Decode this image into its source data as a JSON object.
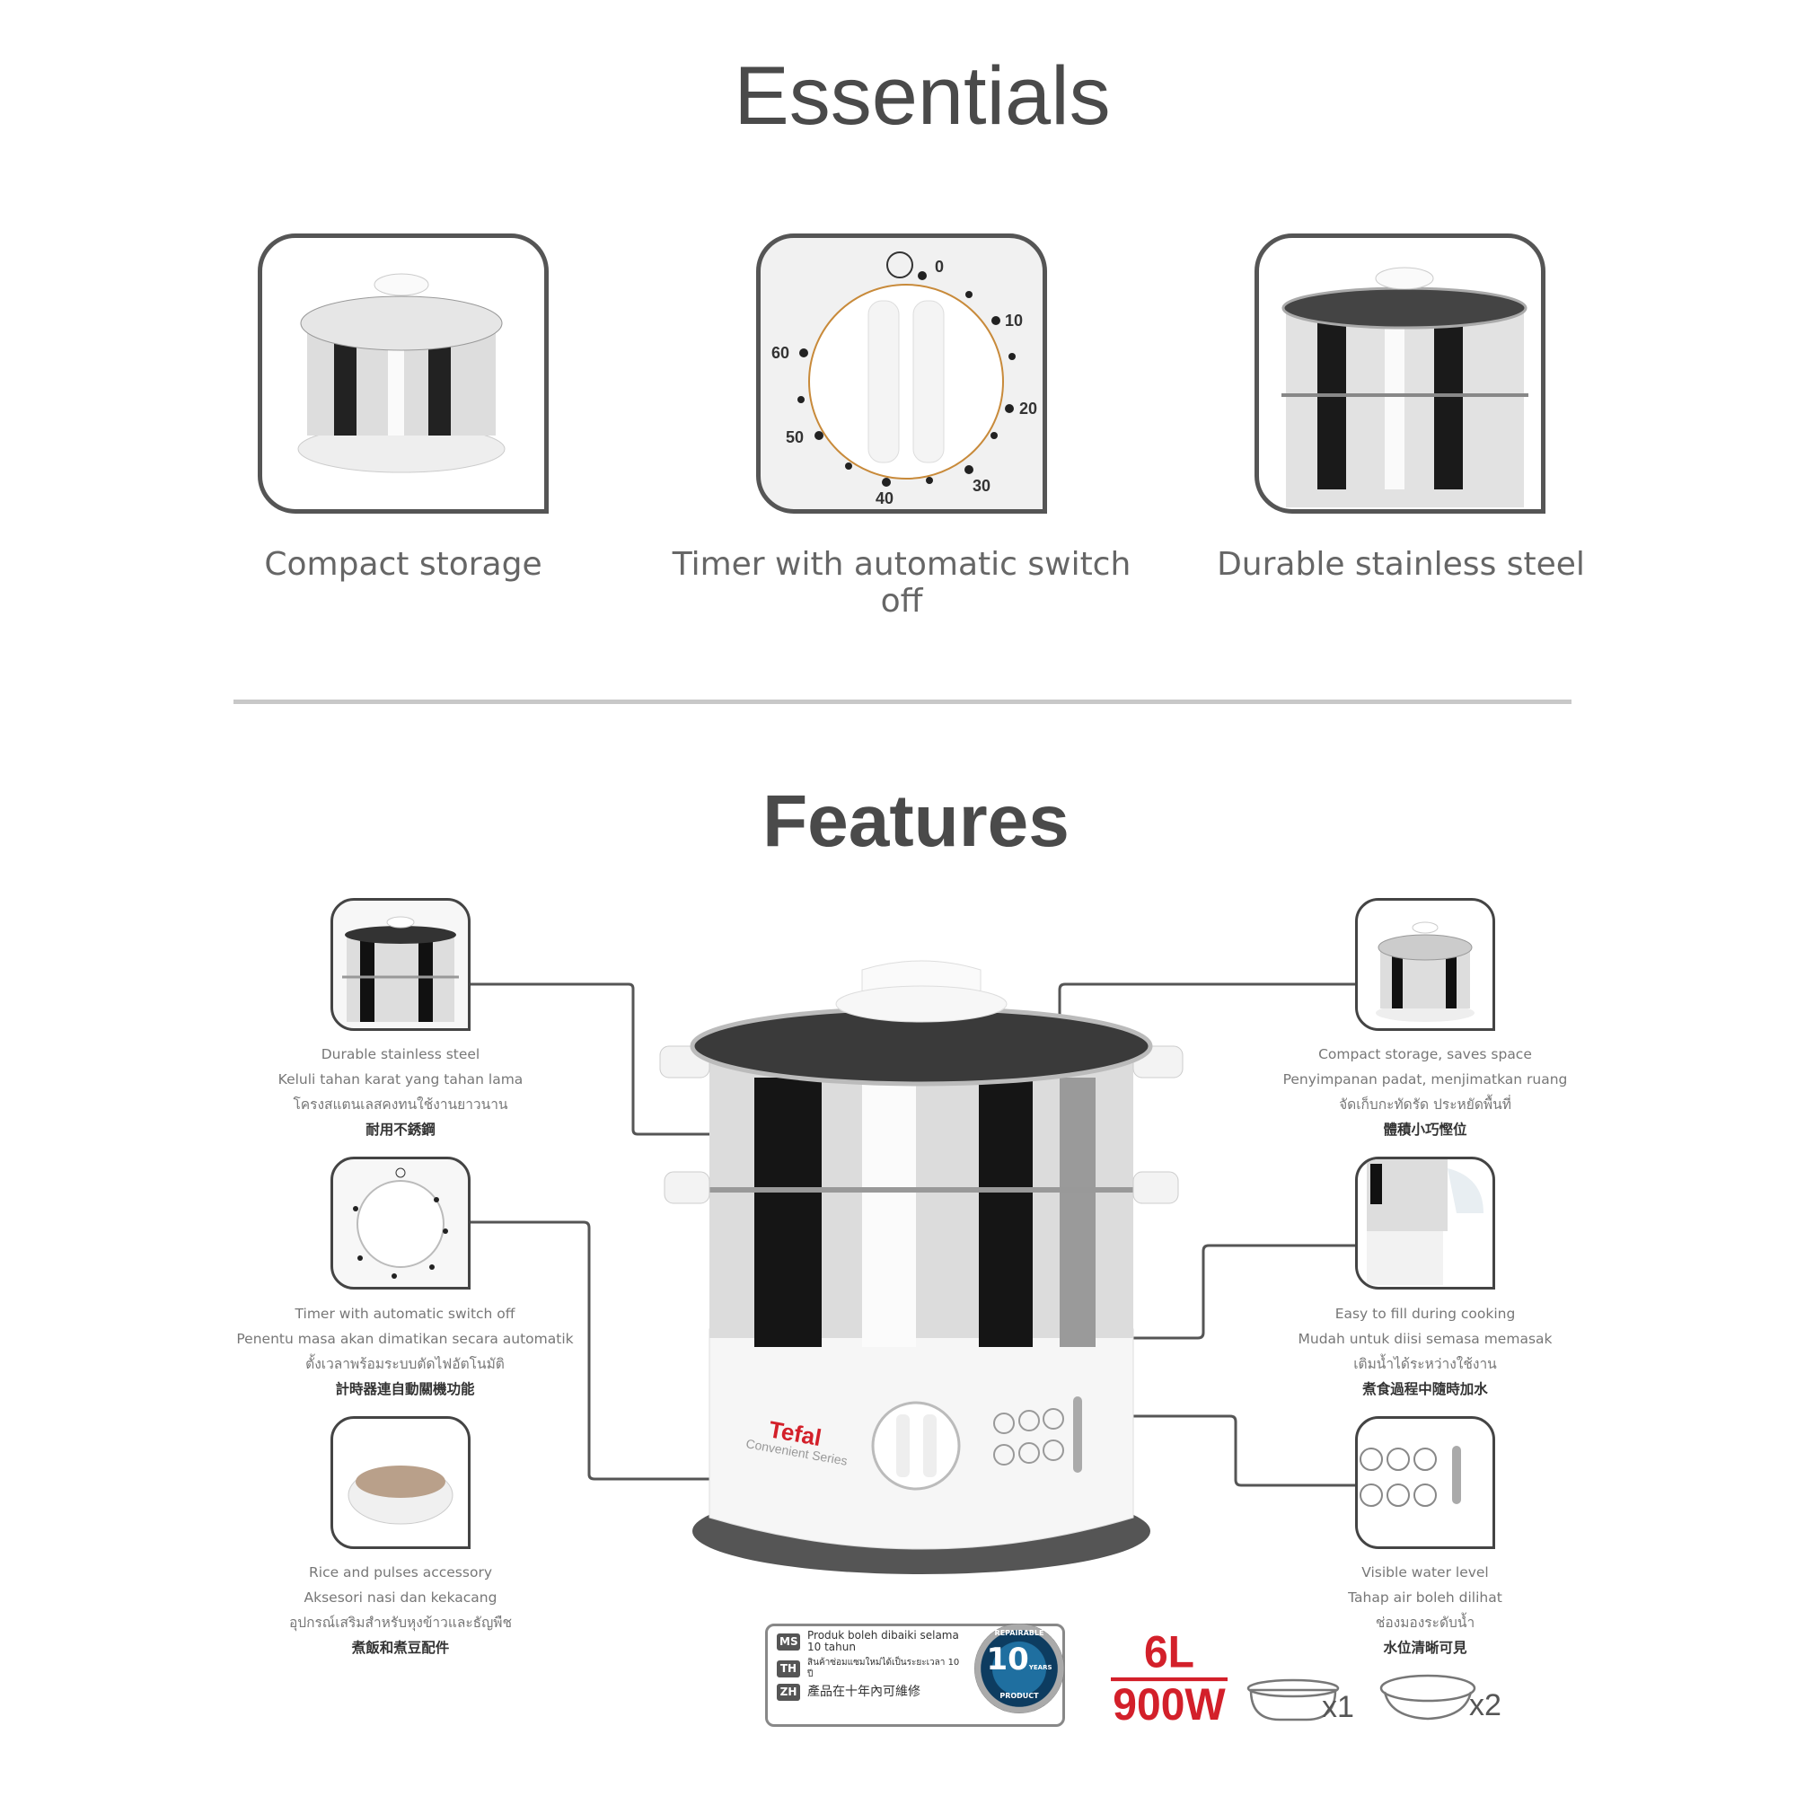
{
  "essentials": {
    "title": "Essentials",
    "items": [
      {
        "caption": "Compact storage"
      },
      {
        "caption": "Timer with automatic switch off",
        "dial": [
          "0",
          "10",
          "20",
          "30",
          "40",
          "50",
          "60"
        ]
      },
      {
        "caption": "Durable stainless steel"
      }
    ]
  },
  "features": {
    "title": "Features",
    "left": [
      {
        "en": "Durable stainless steel",
        "ms": "Keluli tahan karat yang tahan lama",
        "th": "โครงสแตนเลสคงทนใช้งานยาวนาน",
        "zh": "耐用不銹鋼"
      },
      {
        "en": "Timer with automatic switch off",
        "ms": "Penentu masa akan dimatikan secara automatik",
        "th": "ตั้งเวลาพร้อมระบบตัดไฟอัตโนมัติ",
        "zh": "計時器連自動關機功能"
      },
      {
        "en": "Rice and pulses accessory",
        "ms": "Aksesori nasi dan kekacang",
        "th": "อุปกรณ์เสริมสำหรับหุงข้าวและธัญพืช",
        "zh": "煮飯和煮豆配件"
      }
    ],
    "right": [
      {
        "en": "Compact storage, saves space",
        "ms": "Penyimpanan padat, menjimatkan ruang",
        "th": "จัดเก็บกะทัดรัด ประหยัดพื้นที่",
        "zh": "體積小巧慳位"
      },
      {
        "en": "Easy to fill during cooking",
        "ms": "Mudah untuk diisi semasa memasak",
        "th": "เติมน้ำได้ระหว่างใช้งาน",
        "zh": "煮食過程中隨時加水"
      },
      {
        "en": "Visible water level",
        "ms": "Tahap air boleh dilihat",
        "th": "ช่องมองระดับน้ำ",
        "zh": "水位清晰可見"
      }
    ]
  },
  "product": {
    "brand": "Tefal",
    "series": "Convenient Series"
  },
  "repair_badge": {
    "rows": [
      {
        "lang": "MS",
        "text": "Produk boleh dibaiki selama 10 tahun"
      },
      {
        "lang": "TH",
        "text": "สินค้าซ่อมแซมใหม่ได้เป็นระยะเวลา 10 ปี"
      },
      {
        "lang": "ZH",
        "text": "產品在十年內可維修"
      }
    ],
    "seal_top": "REPAIRABLE",
    "seal_number": "10",
    "seal_side": "YEARS",
    "seal_bottom": "PRODUCT"
  },
  "specs": {
    "capacity": "6L",
    "power": "900W",
    "bowl_small_qty": "x1",
    "bowl_large_qty": "x2"
  },
  "colors": {
    "accent": "#d3202a",
    "steel_dark": "#1a1a1a",
    "text": "#666666"
  }
}
